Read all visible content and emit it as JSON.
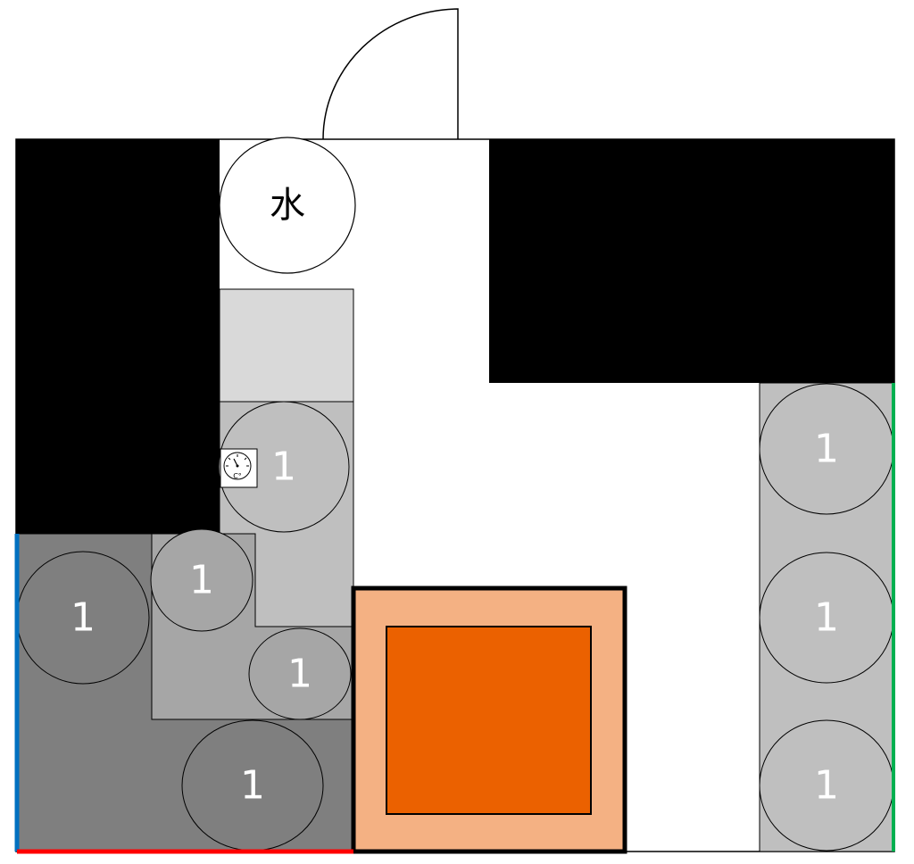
{
  "water": {
    "label": "水"
  },
  "thermometer": {
    "unit": "C°"
  },
  "seats": [
    {
      "id": "seat-left-zone-1",
      "label": "1"
    },
    {
      "id": "seat-left-zone-2",
      "label": "1"
    },
    {
      "id": "seat-left-zone-3",
      "label": "1"
    },
    {
      "id": "seat-left-zone-4",
      "label": "1"
    },
    {
      "id": "seat-left-zone-5",
      "label": "1"
    },
    {
      "id": "seat-right-1",
      "label": "1"
    },
    {
      "id": "seat-right-2",
      "label": "1"
    },
    {
      "id": "seat-right-3",
      "label": "1"
    }
  ],
  "colors": {
    "wall": "#000000",
    "light_zone": "#d9d9d9",
    "mid_zone": "#bfbfbf",
    "l_zone": "#a6a6a6",
    "dark_zone": "#7f7f7f",
    "stove_outer": "#f4b183",
    "stove_inner": "#eb6100",
    "edge_blue": "#0070c0",
    "edge_red": "#ff0000",
    "edge_green": "#00b050"
  }
}
